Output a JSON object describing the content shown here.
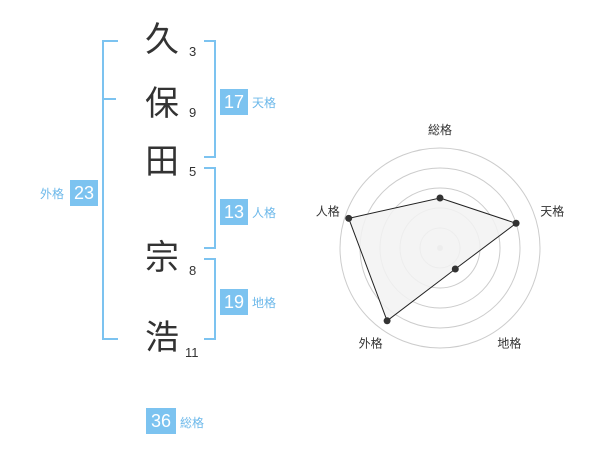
{
  "name": {
    "characters": [
      "久",
      "保",
      "田",
      "宗",
      "浩"
    ],
    "strokes": [
      "3",
      "9",
      "5",
      "8",
      "11"
    ]
  },
  "fortune": {
    "tenkaku": {
      "value": "17",
      "label": "天格"
    },
    "jinkaku": {
      "value": "13",
      "label": "人格"
    },
    "chikaku": {
      "value": "19",
      "label": "地格"
    },
    "gaikaku": {
      "value": "23",
      "label": "外格"
    },
    "soukaku": {
      "value": "36",
      "label": "総格"
    }
  },
  "radar": {
    "axes": [
      "総格",
      "天格",
      "地格",
      "外格",
      "人格"
    ],
    "levels": 5,
    "values": [
      2.5,
      4,
      1.3,
      4.5,
      4.8
    ],
    "max": 5,
    "colors": {
      "fill": "#f2f2f2",
      "line": "#222222",
      "grid": "#cccccc",
      "point": "#333333"
    }
  },
  "colors": {
    "accent": "#7cc3f0",
    "label": "#6cb8ea"
  }
}
